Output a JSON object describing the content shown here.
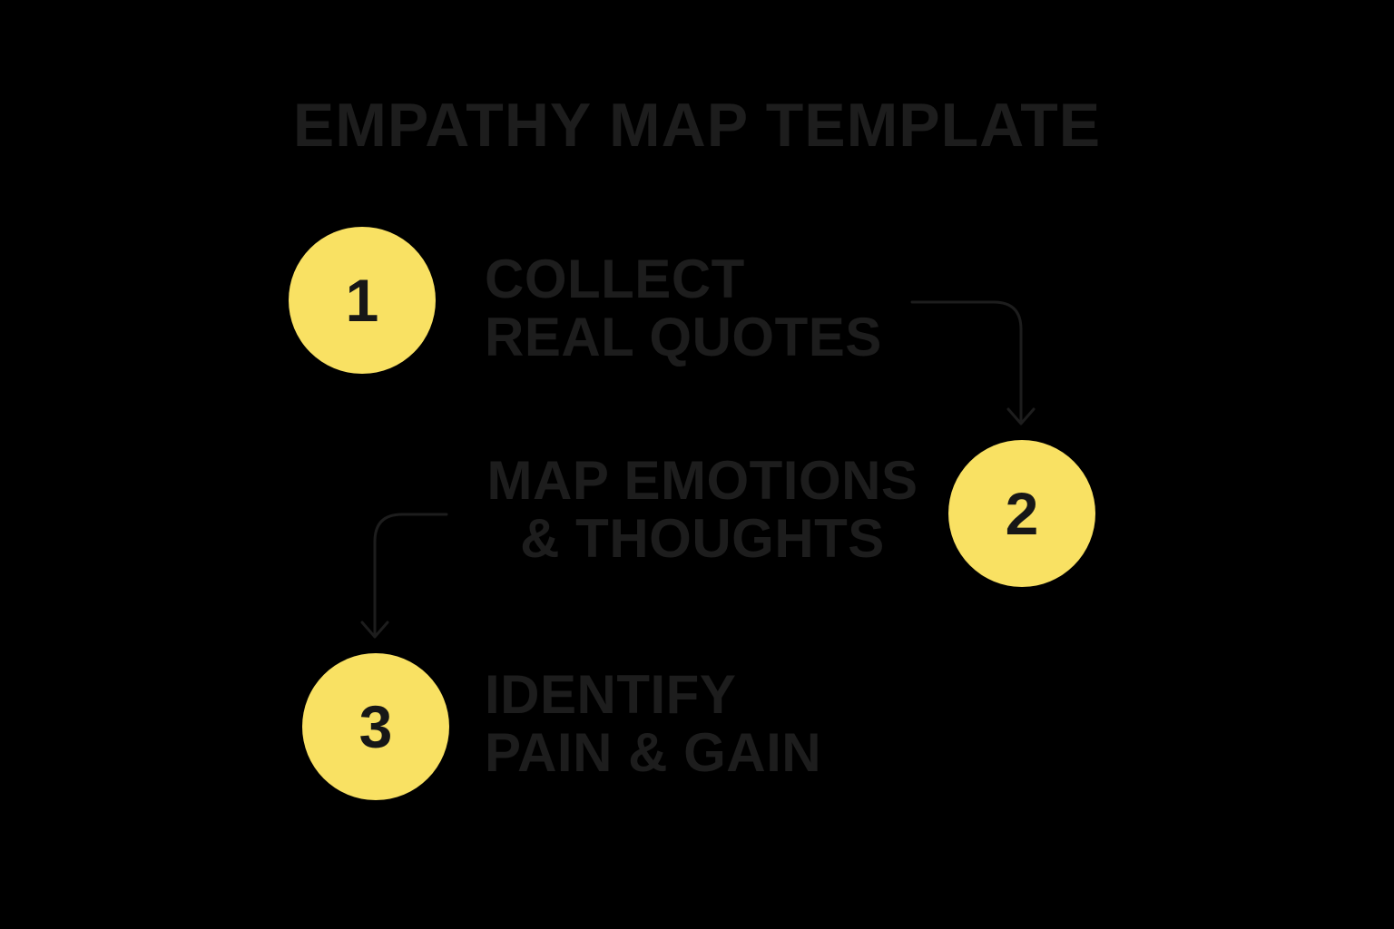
{
  "title": "EMPATHY MAP TEMPLATE",
  "colors": {
    "background": "#000000",
    "circle": "#f9e163",
    "text": "#1d1d1d",
    "arrow": "#1d1d1d"
  },
  "steps": [
    {
      "number": "1",
      "line1": "COLLECT",
      "line2": "REAL QUOTES"
    },
    {
      "number": "2",
      "line1": "MAP EMOTIONS",
      "line2": "& THOUGHTS"
    },
    {
      "number": "3",
      "line1": "IDENTIFY",
      "line2": "PAIN & GAIN"
    }
  ]
}
